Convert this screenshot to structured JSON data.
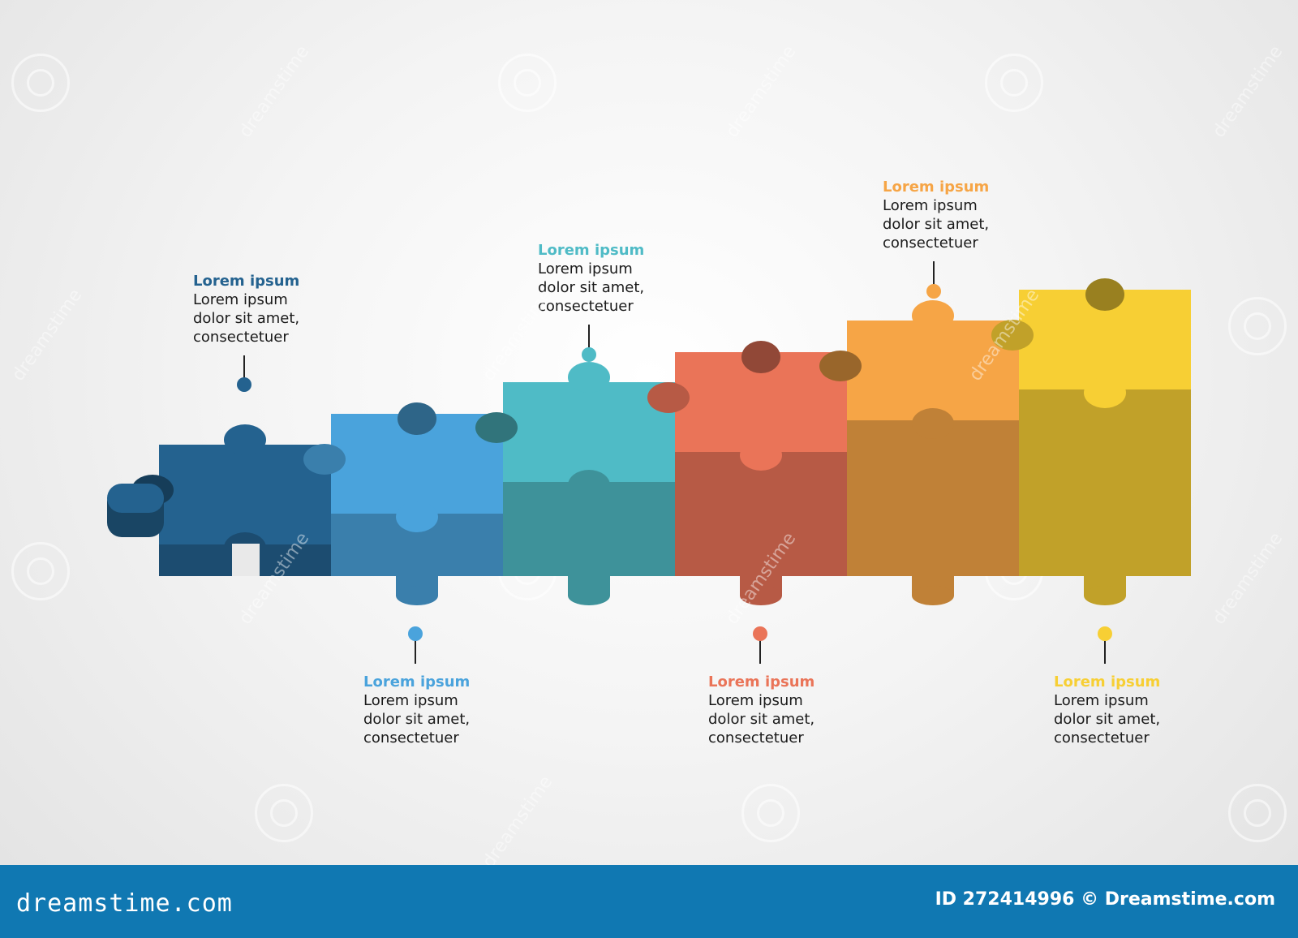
{
  "colors": [
    "#24628f",
    "#4aa3dc",
    "#4fbbc6",
    "#ea7458",
    "#f6a546",
    "#f7cf34"
  ],
  "callouts": [
    {
      "title": "Lorem ipsum",
      "line1": "Lorem ipsum",
      "line2": "dolor sit amet,",
      "line3": "consectetuer"
    },
    {
      "title": "Lorem ipsum",
      "line1": "Lorem ipsum",
      "line2": "dolor sit amet,",
      "line3": "consectetuer"
    },
    {
      "title": "Lorem ipsum",
      "line1": "Lorem ipsum",
      "line2": "dolor sit amet,",
      "line3": "consectetuer"
    },
    {
      "title": "Lorem ipsum",
      "line1": "Lorem ipsum",
      "line2": "dolor sit amet,",
      "line3": "consectetuer"
    },
    {
      "title": "Lorem ipsum",
      "line1": "Lorem ipsum",
      "line2": "dolor sit amet,",
      "line3": "consectetuer"
    },
    {
      "title": "Lorem ipsum",
      "line1": "Lorem ipsum",
      "line2": "dolor sit amet,",
      "line3": "consectetuer"
    }
  ],
  "watermark": "dreamstime",
  "footer": {
    "logo": "dreamstime.com",
    "id_text": "ID 272414996 © Dreamstime.com"
  }
}
